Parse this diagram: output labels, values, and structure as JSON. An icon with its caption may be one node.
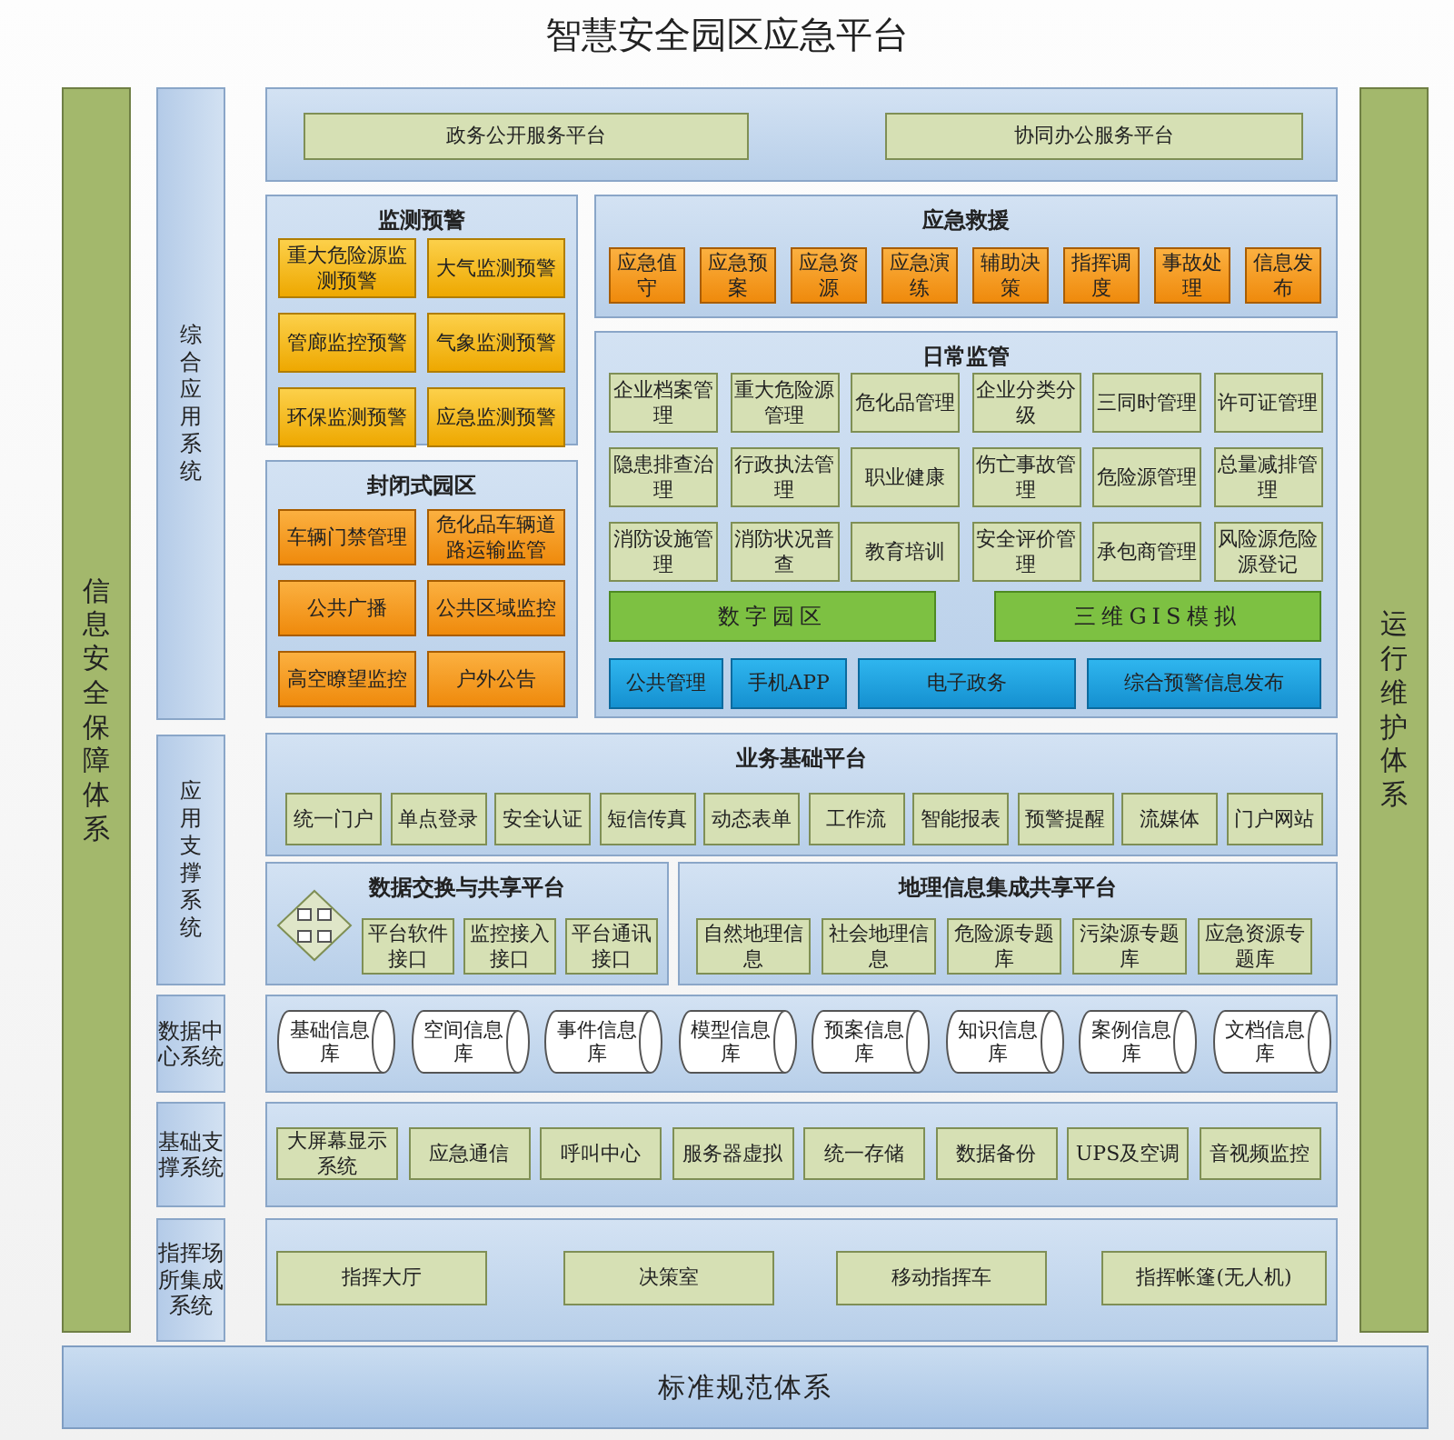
{
  "diagram": {
    "title": "智慧安全园区应急平台",
    "nodes": [
      {
        "text": [
          "信息安全保障体系"
        ]
      },
      {
        "text": [
          "运行维护体系"
        ]
      },
      {
        "text": [
          "综合应用系统"
        ]
      },
      {
        "text": [
          "应用支撑系统"
        ]
      },
      {
        "text": [
          "数据中心系统"
        ]
      },
      {
        "text": [
          "基础支撑系统"
        ]
      },
      {
        "text": [
          "指挥场所集成系统"
        ]
      },
      {
        "text": [
          "标准规范体系"
        ]
      },
      {
        "text": [],
        "shape": "box"
      },
      {
        "text": [
          "政务公开服务平台"
        ],
        "in": 8
      },
      {
        "text": [
          "协同办公服务平台"
        ],
        "in": 8
      },
      {
        "text": [
          "监测预警"
        ]
      },
      {
        "text": [
          "重大危险源监测预警"
        ],
        "in": 11
      },
      {
        "text": [
          "大气监测预警"
        ],
        "in": 11
      },
      {
        "text": [
          "管廊监控预警"
        ],
        "in": 11
      },
      {
        "text": [
          "气象监测预警"
        ],
        "in": 11
      },
      {
        "text": [
          "环保监测预警"
        ],
        "in": 11
      },
      {
        "text": [
          "应急监测预警"
        ],
        "in": 11
      },
      {
        "text": [
          "应急救援"
        ]
      },
      {
        "text": [
          "应急值守"
        ],
        "in": 18
      },
      {
        "text": [
          "应急预案"
        ],
        "in": 18
      },
      {
        "text": [
          "应急资源"
        ],
        "in": 18
      },
      {
        "text": [
          "应急演练"
        ],
        "in": 18
      },
      {
        "text": [
          "辅助决策"
        ],
        "in": 18
      },
      {
        "text": [
          "指挥调度"
        ],
        "in": 18
      },
      {
        "text": [
          "事故处理"
        ],
        "in": 18
      },
      {
        "text": [
          "信息发布"
        ],
        "in": 18
      },
      {
        "text": [
          "日常监管"
        ]
      },
      {
        "text": [
          "企业档案管理"
        ],
        "in": 27
      },
      {
        "text": [
          "重大危险源管理"
        ],
        "in": 27
      },
      {
        "text": [
          "危化品管理"
        ],
        "in": 27
      },
      {
        "text": [
          "企业分类分级"
        ],
        "in": 27
      },
      {
        "text": [
          "三同时管理"
        ],
        "in": 27
      },
      {
        "text": [
          "许可证管理"
        ],
        "in": 27
      },
      {
        "text": [
          "隐患排查治理"
        ],
        "in": 27
      },
      {
        "text": [
          "行政执法管理"
        ],
        "in": 27
      },
      {
        "text": [
          "职业健康"
        ],
        "in": 27
      },
      {
        "text": [
          "伤亡事故管理"
        ],
        "in": 27
      },
      {
        "text": [
          "危险源管理"
        ],
        "in": 27
      },
      {
        "text": [
          "总量减排管理"
        ],
        "in": 27
      },
      {
        "text": [
          "消防设施管理"
        ],
        "in": 27
      },
      {
        "text": [
          "消防状况普查"
        ],
        "in": 27
      },
      {
        "text": [
          "教育培训"
        ],
        "in": 27
      },
      {
        "text": [
          "安全评价管理"
        ],
        "in": 27
      },
      {
        "text": [
          "承包商管理"
        ],
        "in": 27
      },
      {
        "text": [
          "风险源危险源登记"
        ],
        "in": 27
      },
      {
        "text": [
          "数字园区"
        ],
        "in": 27
      },
      {
        "text": [
          "三维GIS模拟"
        ],
        "in": 27
      },
      {
        "text": [
          "公共管理"
        ],
        "in": 27
      },
      {
        "text": [
          "手机APP"
        ],
        "in": 27
      },
      {
        "text": [
          "电子政务"
        ],
        "in": 27
      },
      {
        "text": [
          "综合预警信息发布"
        ],
        "in": 27
      },
      {
        "text": [
          "封闭式园区"
        ]
      },
      {
        "text": [
          "车辆门禁管理"
        ],
        "in": 52
      },
      {
        "text": [
          "危化品车辆道路运输监管"
        ],
        "in": 52
      },
      {
        "text": [
          "公共广播"
        ],
        "in": 52
      },
      {
        "text": [
          "公共区域监控"
        ],
        "in": 52
      },
      {
        "text": [
          "高空瞭望监控"
        ],
        "in": 52
      },
      {
        "text": [
          "户外公告"
        ],
        "in": 52
      },
      {
        "text": [
          "业务基础平台"
        ]
      },
      {
        "text": [
          "统一门户"
        ],
        "in": 59
      },
      {
        "text": [
          "单点登录"
        ],
        "in": 59
      },
      {
        "text": [
          "安全认证"
        ],
        "in": 59
      },
      {
        "text": [
          "短信传真"
        ],
        "in": 59
      },
      {
        "text": [
          "动态表单"
        ],
        "in": 59
      },
      {
        "text": [
          "工作流"
        ],
        "in": 59
      },
      {
        "text": [
          "智能报表"
        ],
        "in": 59
      },
      {
        "text": [
          "预警提醒"
        ],
        "in": 59
      },
      {
        "text": [
          "流媒体"
        ],
        "in": 59
      },
      {
        "text": [
          "门户网站"
        ],
        "in": 59
      },
      {
        "text": [
          "数据交换与共享平台"
        ]
      },
      {
        "text": [
          "平台软件接口"
        ],
        "in": 70
      },
      {
        "text": [
          "监控接入接口"
        ],
        "in": 70
      },
      {
        "text": [
          "平台通讯接口"
        ],
        "in": 70
      },
      {
        "text": [
          "地理信息集成共享平台"
        ]
      },
      {
        "text": [
          "自然地理信息"
        ],
        "in": 74
      },
      {
        "text": [
          "社会地理信息"
        ],
        "in": 74
      },
      {
        "text": [
          "危险源专题库"
        ],
        "in": 74
      },
      {
        "text": [
          "污染源专题库"
        ],
        "in": 74
      },
      {
        "text": [
          "应急资源专题库"
        ],
        "in": 74
      },
      {
        "text": [],
        "shape": "box"
      },
      {
        "text": [
          "基础信息库"
        ],
        "in": 80
      },
      {
        "text": [
          "空间信息库"
        ],
        "in": 80
      },
      {
        "text": [
          "事件信息库"
        ],
        "in": 80
      },
      {
        "text": [
          "模型信息库"
        ],
        "in": 80
      },
      {
        "text": [
          "预案信息库"
        ],
        "in": 80
      },
      {
        "text": [
          "知识信息库"
        ],
        "in": 80
      },
      {
        "text": [
          "案例信息库"
        ],
        "in": 80
      },
      {
        "text": [
          "文档信息库"
        ],
        "in": 80
      },
      {
        "text": [],
        "shape": "box"
      },
      {
        "text": [
          "大屏幕显示系统"
        ],
        "in": 89
      },
      {
        "text": [
          "应急通信"
        ],
        "in": 89
      },
      {
        "text": [
          "呼叫中心"
        ],
        "in": 89
      },
      {
        "text": [
          "服务器虚拟"
        ],
        "in": 89
      },
      {
        "text": [
          "统一存储"
        ],
        "in": 89
      },
      {
        "text": [
          "数据备份"
        ],
        "in": 89
      },
      {
        "text": [
          "UPS及空调"
        ],
        "in": 89
      },
      {
        "text": [
          "音视频监控"
        ],
        "in": 89
      },
      {
        "text": [],
        "shape": "box"
      },
      {
        "text": [
          "指挥大厅"
        ],
        "in": 98
      },
      {
        "text": [
          "决策室"
        ],
        "in": 98
      },
      {
        "text": [
          "移动指挥车"
        ],
        "in": 98
      },
      {
        "text": [
          "指挥帐篷(无人机)"
        ],
        "in": 98
      }
    ]
  }
}
